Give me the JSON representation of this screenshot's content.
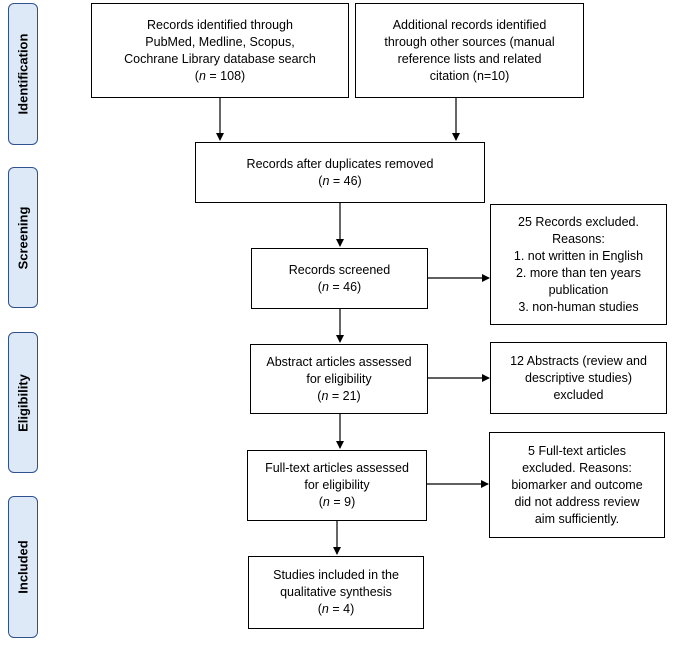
{
  "phases": [
    {
      "id": "identification",
      "label": "Identification"
    },
    {
      "id": "screening",
      "label": "Screening"
    },
    {
      "id": "eligibility",
      "label": "Eligibility"
    },
    {
      "id": "included",
      "label": "Included"
    }
  ],
  "boxes": {
    "identified": {
      "lines": [
        "Records identified through",
        "PubMed, Medline, Scopus,",
        "Cochrane Library database search"
      ],
      "n_prefix": "(",
      "n_var": "n",
      "n_value": " = 108)"
    },
    "additional": {
      "lines": [
        "Additional records identified",
        "through other sources (manual",
        "reference lists and related",
        "citation (n=10)"
      ]
    },
    "duplicates": {
      "lines": [
        "Records after duplicates removed"
      ],
      "n_prefix": "(",
      "n_var": "n",
      "n_value": " = 46)"
    },
    "screened": {
      "lines": [
        "Records screened"
      ],
      "n_prefix": "(",
      "n_var": "n",
      "n_value": " = 46)"
    },
    "excluded_screen": {
      "lines": [
        "25 Records excluded.",
        "Reasons:",
        "1. not written in English",
        "2. more than ten years",
        "publication",
        "3. non-human  studies"
      ]
    },
    "abstracts": {
      "lines": [
        "Abstract articles assessed",
        "for eligibility"
      ],
      "n_prefix": "(",
      "n_var": "n",
      "n_value": " = 21)"
    },
    "excluded_abstracts": {
      "lines": [
        "12 Abstracts (review and",
        "descriptive studies)",
        "excluded"
      ]
    },
    "fulltext": {
      "lines": [
        "Full-text articles assessed",
        "for eligibility"
      ],
      "n_prefix": "(",
      "n_var": "n",
      "n_value": " = 9)"
    },
    "excluded_fulltext": {
      "lines": [
        "5 Full-text articles",
        "excluded. Reasons:",
        "biomarker  and outcome",
        "did not address review",
        "aim sufficiently."
      ]
    },
    "included": {
      "lines": [
        "Studies included in the",
        "qualitative synthesis"
      ],
      "n_prefix": "(",
      "n_var": "n",
      "n_value": " = 4)"
    }
  },
  "colors": {
    "phase_fill": "#dde9f7",
    "phase_border": "#2f528f",
    "box_border": "#000000"
  }
}
